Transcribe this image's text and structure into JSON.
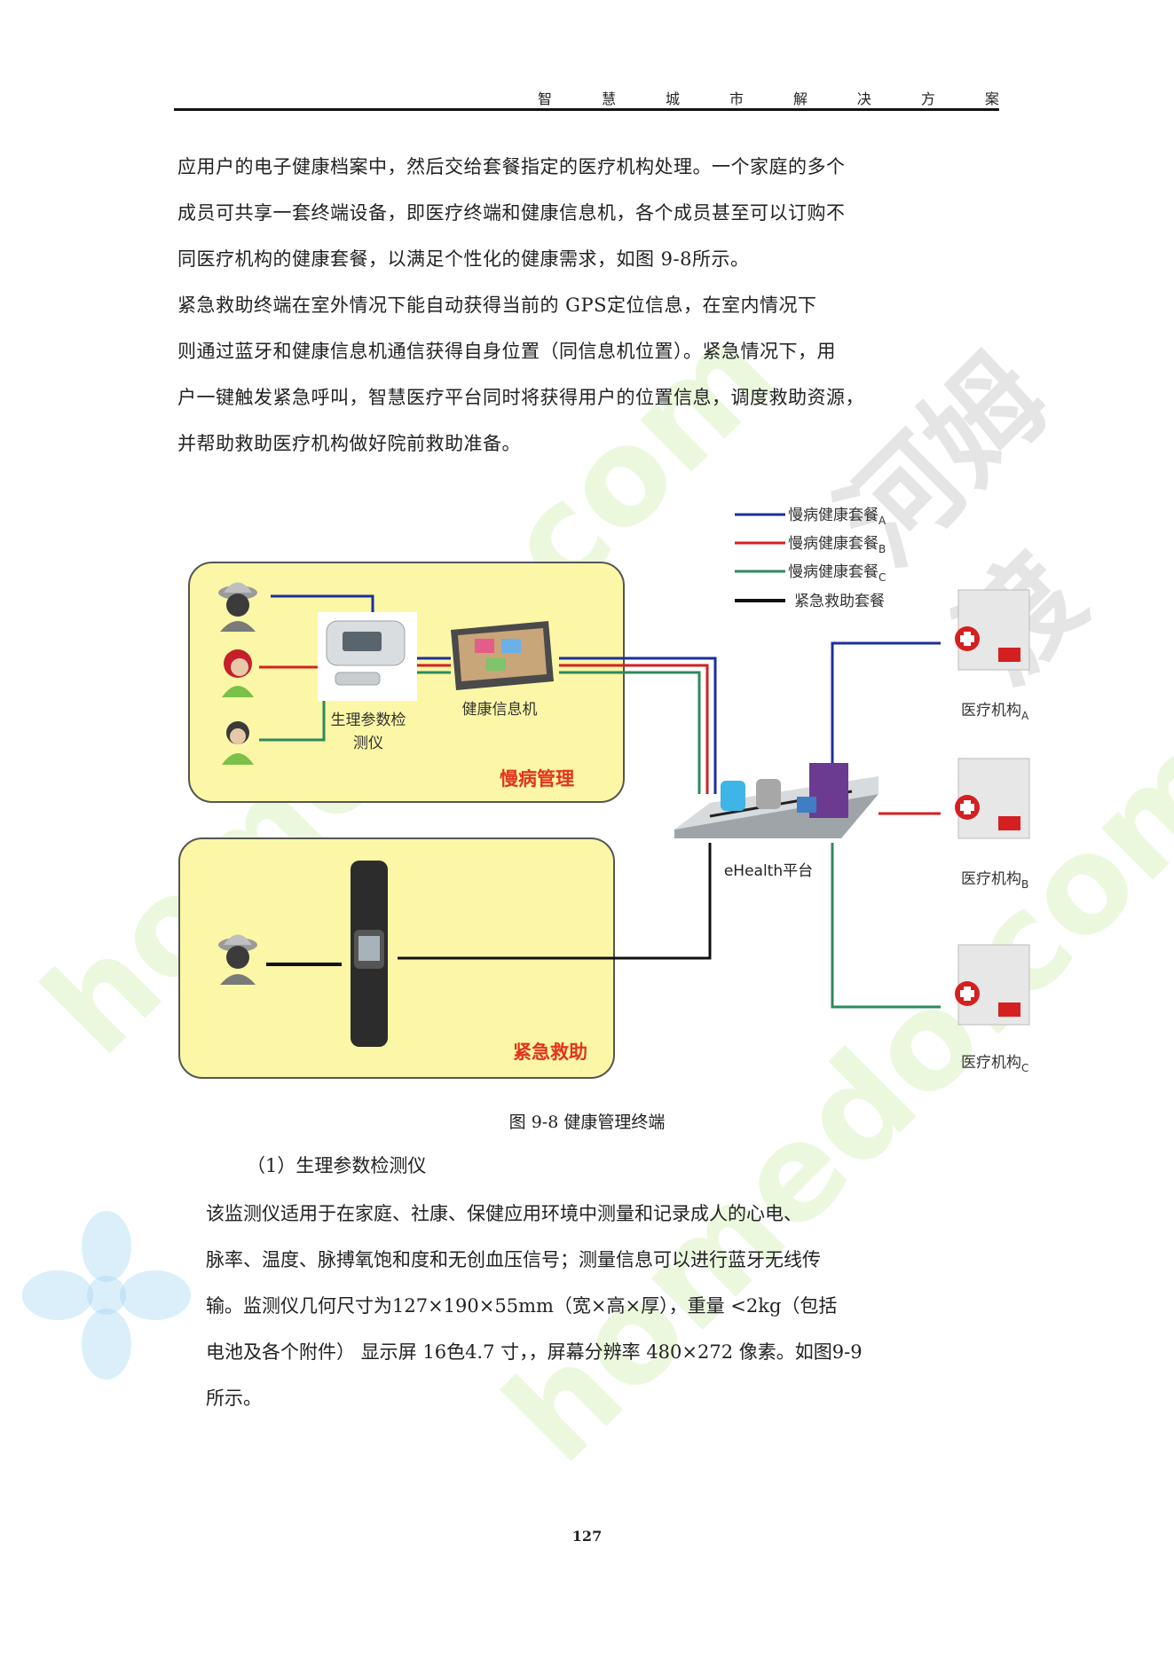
{
  "header": {
    "chars": [
      "智",
      "慧",
      "城",
      "市",
      "解",
      "决",
      "方",
      "案"
    ]
  },
  "intro_paragraphs": [
    "应用户的电子健康档案中，然后交给套餐指定的医疗机构处理。一个家庭的多个",
    "成员可共享一套终端设备，即医疗终端和健康信息机，各个成员甚至可以订购不",
    "同医疗机构的健康套餐，以满足个性化的健康需求，如图 9-8所示。",
    "    紧急救助终端在室外情况下能自动获得当前的 GPS定位信息，在室内情况下",
    "则通过蓝牙和健康信息机通信获得自身位置（同信息机位置）。紧急情况下，用",
    "户一键触发紧急呼叫，智慧医疗平台同时将获得用户的位置信息，调度救助资源，",
    "并帮助救助医疗机构做好院前救助准备。"
  ],
  "diagram": {
    "legend": [
      {
        "label": "慢病健康套餐",
        "sub": "A",
        "color": "#1c2f9e"
      },
      {
        "label": "慢病健康套餐",
        "sub": "B",
        "color": "#d42020"
      },
      {
        "label": "慢病健康套餐",
        "sub": "C",
        "color": "#2b8a5e"
      },
      {
        "label": "紧急救助套餐",
        "sub": "",
        "color": "#111111"
      }
    ],
    "device_label_line1": "生理参数检",
    "device_label_line2": "测仪",
    "info_machine_label": "健康信息机",
    "chronic_box_label": "慢病管理",
    "emergency_box_label": "紧急救助",
    "platform_label": "eHealth平台",
    "hospitals": [
      {
        "name": "医疗机构",
        "sub": "A"
      },
      {
        "name": "医疗机构",
        "sub": "B"
      },
      {
        "name": "医疗机构",
        "sub": "C"
      }
    ]
  },
  "caption": "图 9-8 健康管理终端",
  "subheading": "（1）生理参数检测仪",
  "body_paragraphs": [
    "  该监测仪适用于在家庭、社康、保健应用环境中测量和记录成人的心电、",
    "脉率、温度、脉搏氧饱和度和无创血压信号；测量信息可以进行蓝牙无线传",
    "输。监测仪几何尺寸为127×190×55mm（宽×高×厚），重量  <2kg（包括",
    "电池及各个附件）  显示屏  16色4.7  寸，，屏幕分辨率  480×272  像素。如图9-9",
    "所示。"
  ],
  "page_number": "127",
  "watermarks": [
    "homedo.com",
    "homedo.com",
    "河姆渡"
  ]
}
